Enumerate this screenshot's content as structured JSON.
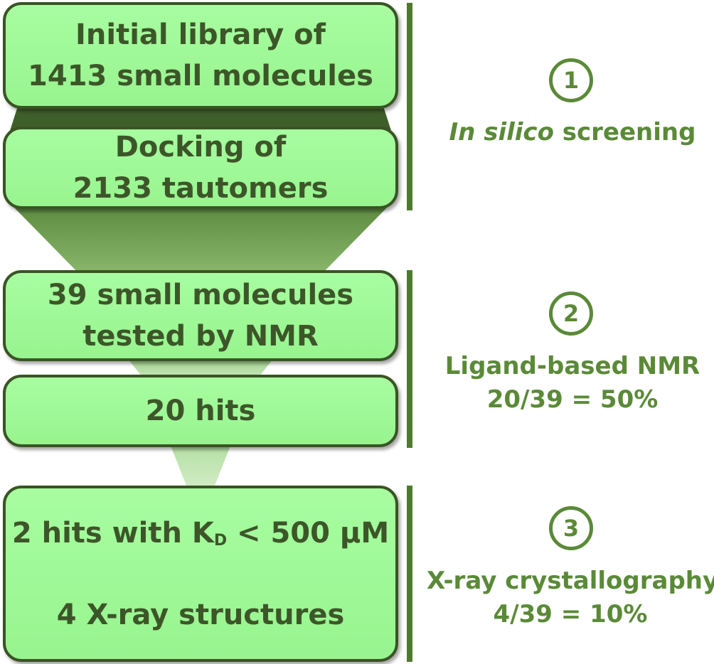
{
  "funnel": {
    "box1": {
      "line1": "Initial library of",
      "line2": "1413 small molecules"
    },
    "box2": {
      "line1": "Docking of",
      "line2": "2133 tautomers"
    },
    "box3": {
      "line1": "39 small molecules",
      "line2": "tested by NMR"
    },
    "box4": {
      "line1": "20 hits"
    },
    "box5": {
      "line1_pre": "2 hits with K",
      "line1_sub": "D",
      "line1_post": " < 500 µM",
      "line2": "4 X-ray structures"
    }
  },
  "steps": [
    {
      "number": "1",
      "label_italic": "In silico",
      "label_rest": " screening"
    },
    {
      "number": "2",
      "label_line1": "Ligand-based NMR",
      "label_line2": "20/39 = 50%"
    },
    {
      "number": "3",
      "label_line1": "X-ray crystallography",
      "label_line2": "4/39 = 10%"
    }
  ],
  "colors": {
    "box_fill": "#a7fda0",
    "box_border": "#3a5424",
    "box_text": "#3d5629",
    "accent_green": "#5a8a37",
    "bar_green": "#4f7a2e"
  }
}
